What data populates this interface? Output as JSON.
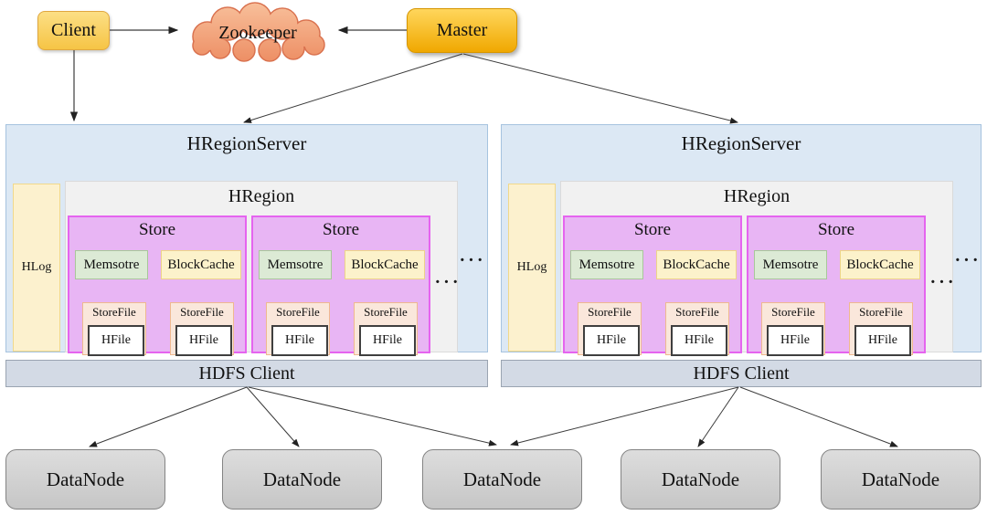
{
  "nodes": {
    "client": "Client",
    "zookeeper": "Zookeeper",
    "master": "Master"
  },
  "ellipsis": "···",
  "servers": [
    {
      "title": "HRegionServer",
      "hlog": "HLog",
      "hregion": "HRegion",
      "stores": [
        {
          "title": "Store",
          "memstore": "Memsotre",
          "blockcache": "BlockCache",
          "storefiles": [
            {
              "label": "StoreFile",
              "hfile": "HFile"
            },
            {
              "label": "StoreFile",
              "hfile": "HFile"
            }
          ]
        },
        {
          "title": "Store",
          "memstore": "Memsotre",
          "blockcache": "BlockCache",
          "storefiles": [
            {
              "label": "StoreFile",
              "hfile": "HFile"
            },
            {
              "label": "StoreFile",
              "hfile": "HFile"
            }
          ]
        }
      ]
    },
    {
      "title": "HRegionServer",
      "hlog": "HLog",
      "hregion": "HRegion",
      "stores": [
        {
          "title": "Store",
          "memstore": "Memsotre",
          "blockcache": "BlockCache",
          "storefiles": [
            {
              "label": "StoreFile",
              "hfile": "HFile"
            },
            {
              "label": "StoreFile",
              "hfile": "HFile"
            }
          ]
        },
        {
          "title": "Store",
          "memstore": "Memsotre",
          "blockcache": "BlockCache",
          "storefiles": [
            {
              "label": "StoreFile",
              "hfile": "HFile"
            },
            {
              "label": "StoreFile",
              "hfile": "HFile"
            }
          ]
        }
      ]
    }
  ],
  "hdfs": [
    "HDFS Client",
    "HDFS Client"
  ],
  "datanodes": [
    "DataNode",
    "DataNode",
    "DataNode",
    "DataNode",
    "DataNode"
  ],
  "colors": {
    "client_fill": "#F9CF55",
    "master_fill": "#F5B400",
    "zookeeper_fill": "#F2A379",
    "zookeeper_border": "#D9714E",
    "server_fill": "#DCE8F4",
    "server_border": "#A6C3DF",
    "hregion_fill": "#F1F1F1",
    "hlog_fill": "#FCF1CE",
    "store_fill": "#E8B5F4",
    "store_border": "#E564EF",
    "memstore_fill": "#DCEAD5",
    "blockcache_fill": "#FCF2CB",
    "storefile_fill": "#FAE7DB",
    "hfile_fill": "#FFFFFF",
    "hdfs_fill": "#D3DAE5",
    "datanode_fill": "#D0D0D0",
    "arrow": "#3B3B3B"
  }
}
